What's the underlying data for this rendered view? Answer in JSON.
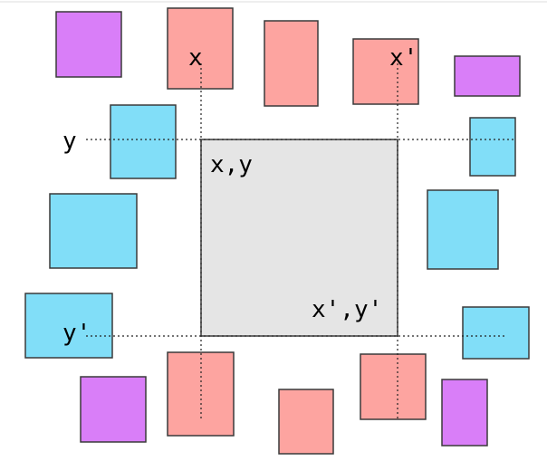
{
  "labels": {
    "x": "x",
    "x_prime": "x'",
    "y": "y",
    "y_prime": "y'",
    "corner_top_left": "x,y",
    "corner_bottom_right": "x',y'"
  },
  "colors": {
    "center_fill": "#e5e5e5",
    "red": "#fda4a0",
    "blue": "#81def8",
    "purple": "#d97ef8"
  }
}
